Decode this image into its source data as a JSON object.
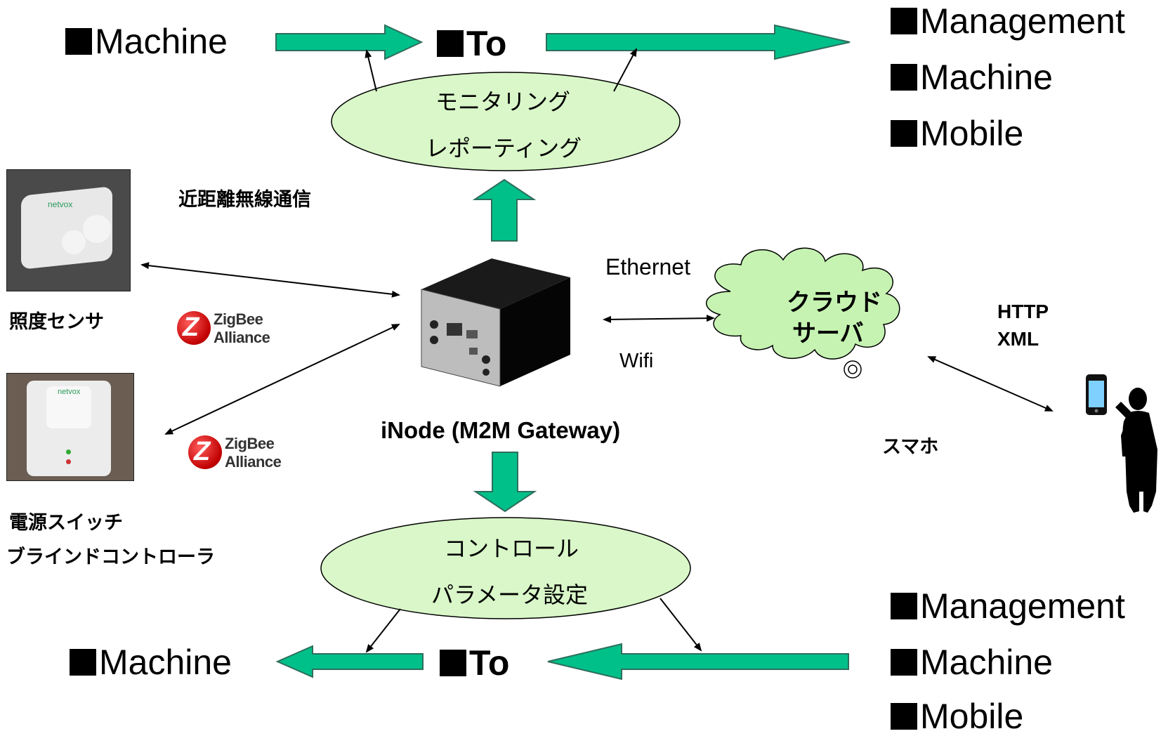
{
  "top_flow": {
    "left": "Machine",
    "middle": "To",
    "right_items": [
      "Management",
      "Machine",
      "Mobile"
    ],
    "ellipse_lines": [
      "モニタリング",
      "レポーティング"
    ]
  },
  "bottom_flow": {
    "left": "Machine",
    "middle": "To",
    "right_items": [
      "Management",
      "Machine",
      "Mobile"
    ],
    "ellipse_lines": [
      "コントロール",
      "パラメータ設定"
    ]
  },
  "left_devices": {
    "heading": "近距離無線通信",
    "sensor_label": "照度センサ",
    "switch_labels": [
      "電源スイッチ",
      "ブラインドコントローラ"
    ],
    "zigbee": [
      "ZigBee",
      "Alliance"
    ],
    "device_brand": "netvox"
  },
  "gateway": {
    "label": "iNode (M2M Gateway)"
  },
  "network": {
    "ethernet": "Ethernet",
    "wifi": "Wifi",
    "cloud_lines": [
      "クラウド",
      "サーバ"
    ],
    "protocols": [
      "HTTP",
      "XML"
    ],
    "phone_label": "スマホ"
  },
  "colors": {
    "arrow_fill": "#00c08a",
    "arrow_stroke": "#2e6e5c",
    "ellipse_fill": "#d9f7c8",
    "cloud_fill": "#c6f3b2"
  }
}
